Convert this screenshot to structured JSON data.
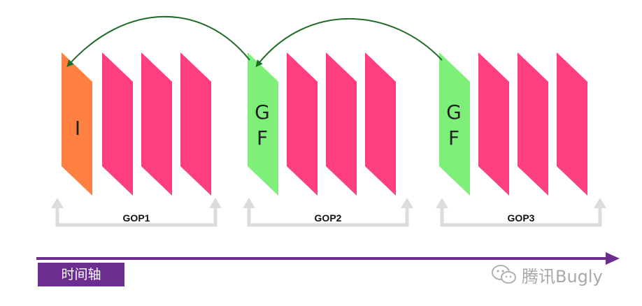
{
  "frames": {
    "i_label": "I",
    "gf_top": "G",
    "gf_bottom": "F"
  },
  "gops": [
    {
      "label": "GOP1"
    },
    {
      "label": "GOP2"
    },
    {
      "label": "GOP3"
    }
  ],
  "timeline": {
    "label": "时间轴"
  },
  "watermark": {
    "text": "腾讯Bugly"
  },
  "colors": {
    "i_frame": "#ff8040",
    "gf_frame": "#7ef07a",
    "p_frame": "#ff3f7e",
    "bracket": "#dcdcdc",
    "arrow": "#1f6b2a",
    "timeline": "#6b2d8e"
  }
}
